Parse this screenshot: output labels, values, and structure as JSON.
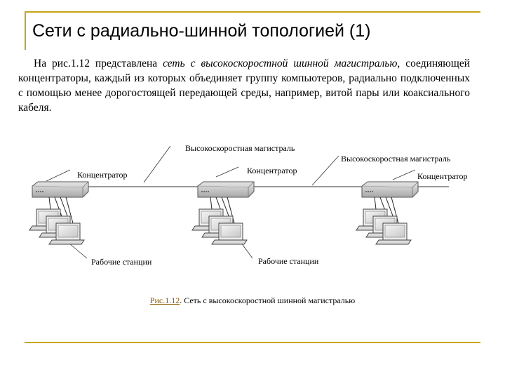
{
  "title": "Сети с радиально-шинной топологией (1)",
  "paragraph": {
    "intro": "На рис.1.12 представлена ",
    "emphasis": "сеть с высокоскоростной шинной магистралью",
    "rest": ", соединяющей концентраторы, каждый из которых объединяет группу компьютеров, радиально подключенных с помощью менее дорогостоящей передающей среды, например, витой пары или коаксиального кабеля."
  },
  "diagram": {
    "labels": {
      "backbone_1": "Высокоскоростная магистраль",
      "backbone_2": "Высокоскоростная магистраль",
      "hub_left": "Концентратор",
      "hub_center": "Концентратор",
      "hub_right": "Концентратор",
      "workstations_left": "Рабочие станции",
      "workstations_center": "Рабочие станции"
    }
  },
  "caption": {
    "ref": "Рис.1.12",
    "text": ". Сеть с высокоскоростной шинной магистралью"
  },
  "colors": {
    "accent": "#c8a418",
    "caption_ref": "#8a5a00"
  }
}
